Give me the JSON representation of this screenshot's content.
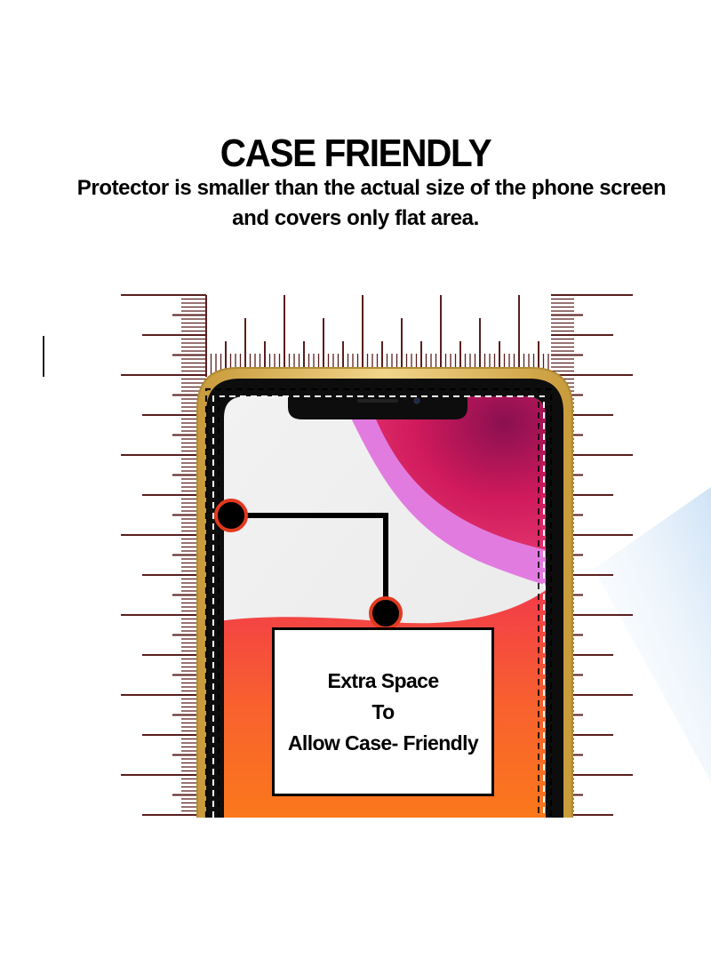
{
  "header": {
    "title": "CASE FRIENDLY",
    "subtitle_line1": "Protector is smaller than the actual size of the phone screen",
    "subtitle_line2": "and covers only flat area."
  },
  "callout": {
    "line1": "Extra Space",
    "line2": "To",
    "line3": "Allow Case- Friendly"
  },
  "colors": {
    "ruler": "#5a1e1e",
    "frame_gold": "#d9b45a",
    "marker_red": "#e2391f",
    "dashed_outline": "#000000"
  },
  "icons": [
    "ruler-graphic",
    "phone-graphic",
    "marker-dot",
    "callout-box"
  ]
}
